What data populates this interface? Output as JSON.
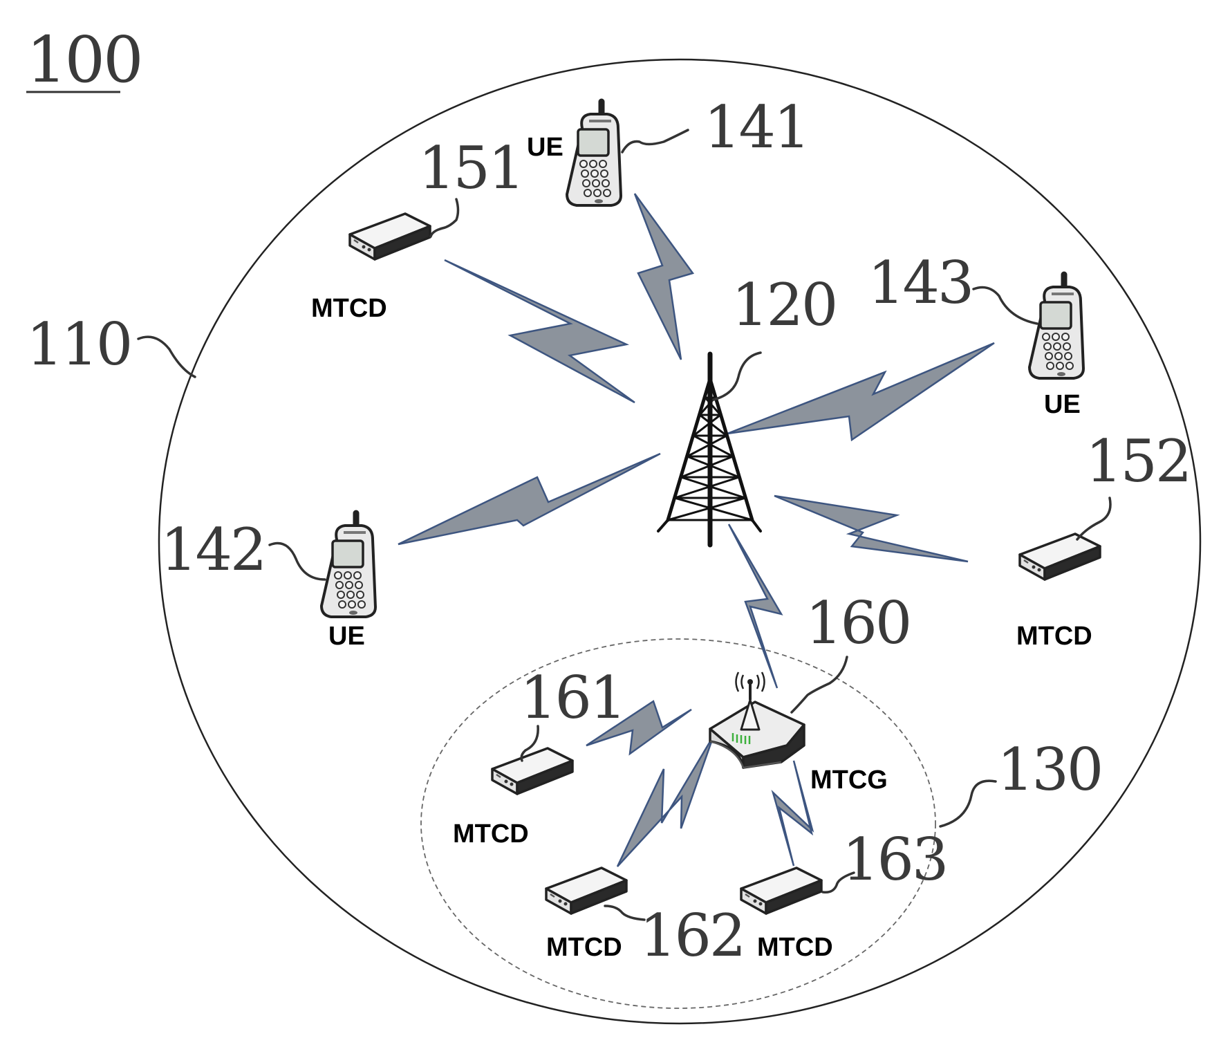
{
  "figure_number": "100",
  "ref_numbers": {
    "cell": "110",
    "base_station": "120",
    "gateway_area": "130",
    "ue_top": "141",
    "ue_left": "142",
    "ue_right": "143",
    "mtcd_top_left": "151",
    "mtcd_right": "152",
    "gateway": "160",
    "mtcd_group_1": "161",
    "mtcd_group_2": "162",
    "mtcd_group_3": "163"
  },
  "device_labels": {
    "ue_top": "UE",
    "ue_left": "UE",
    "ue_right": "UE",
    "mtcd_top_left": "MTCD",
    "mtcd_right": "MTCD",
    "gateway": "MTCG",
    "mtcd_group_1": "MTCD",
    "mtcd_group_2": "MTCD",
    "mtcd_group_3": "MTCD"
  },
  "colors": {
    "bolt_fill": "#8c939c",
    "bolt_edge": "#3d5580",
    "line": "#333333",
    "text": "#3a3a3a"
  },
  "icons": {
    "base_station": "tower-icon",
    "ue": "phone-icon",
    "mtcd": "modem-icon",
    "gateway": "router-icon"
  }
}
